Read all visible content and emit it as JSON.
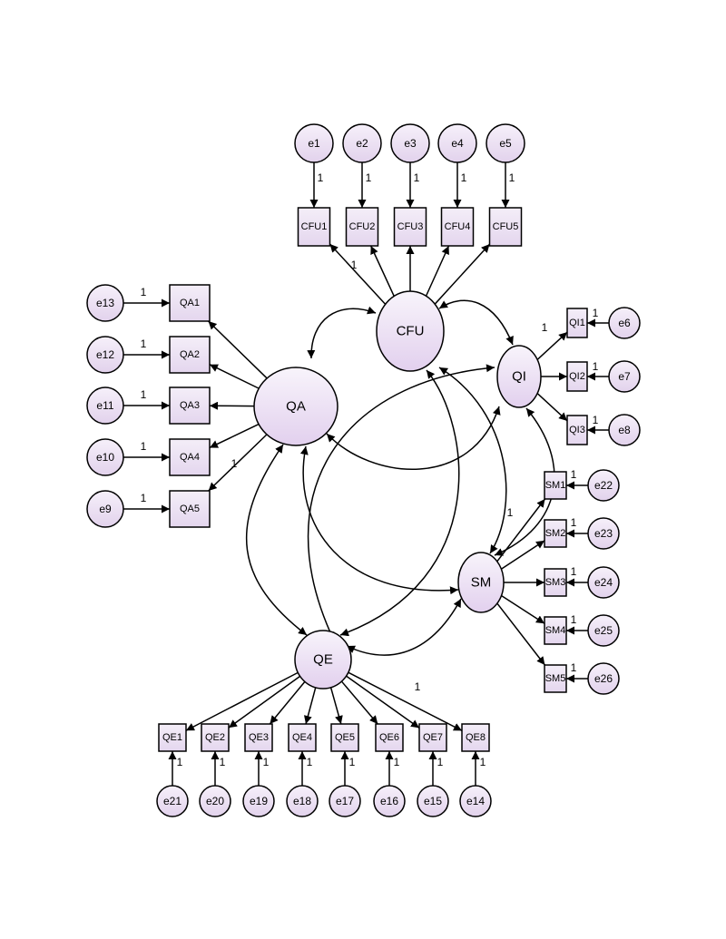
{
  "latents": {
    "CFU": "CFU",
    "QA": "QA",
    "QI": "QI",
    "SM": "SM",
    "QE": "QE"
  },
  "indicators": {
    "CFU": [
      "CFU1",
      "CFU2",
      "CFU3",
      "CFU4",
      "CFU5"
    ],
    "QA": [
      "QA1",
      "QA2",
      "QA3",
      "QA4",
      "QA5"
    ],
    "QI": [
      "QI1",
      "QI2",
      "QI3"
    ],
    "SM": [
      "SM1",
      "SM2",
      "SM3",
      "SM4",
      "SM5"
    ],
    "QE": [
      "QE1",
      "QE2",
      "QE3",
      "QE4",
      "QE5",
      "QE6",
      "QE7",
      "QE8"
    ]
  },
  "errors": {
    "CFU": [
      "e1",
      "e2",
      "e3",
      "e4",
      "e5"
    ],
    "QA": [
      "e13",
      "e12",
      "e11",
      "e10",
      "e9"
    ],
    "QI": [
      "e6",
      "e7",
      "e8"
    ],
    "SM": [
      "e22",
      "e23",
      "e24",
      "e25",
      "e26"
    ],
    "QE": [
      "e21",
      "e20",
      "e19",
      "e18",
      "e17",
      "e16",
      "e15",
      "e14"
    ]
  },
  "fixed_weight": "1",
  "covariances": [
    [
      "CFU",
      "QA"
    ],
    [
      "CFU",
      "QI"
    ],
    [
      "CFU",
      "SM"
    ],
    [
      "CFU",
      "QE"
    ],
    [
      "QA",
      "QI"
    ],
    [
      "QA",
      "SM"
    ],
    [
      "QA",
      "QE"
    ],
    [
      "QI",
      "SM"
    ],
    [
      "QI",
      "QE"
    ],
    [
      "SM",
      "QE"
    ]
  ],
  "colors": {
    "fill_light": "#f8f4fb",
    "fill_dark": "#e2d0ee",
    "stroke": "#000000"
  }
}
